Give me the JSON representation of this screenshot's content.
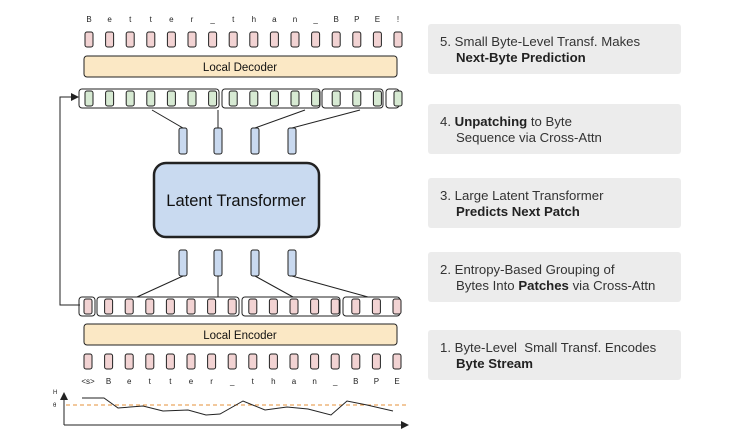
{
  "diagram": {
    "latent_transformer_label": "Latent Transformer",
    "local_decoder_label": "Local Decoder",
    "local_encoder_label": "Local Encoder",
    "output_chars": [
      "B",
      "e",
      "t",
      "t",
      "e",
      "r",
      "_",
      "t",
      "h",
      "a",
      "n",
      "_",
      "B",
      "P",
      "E",
      "!"
    ],
    "input_chars": [
      "<s>",
      "B",
      "e",
      "t",
      "t",
      "e",
      "r",
      "_",
      "t",
      "h",
      "a",
      "n",
      "_",
      "B",
      "P",
      "E"
    ],
    "entropy_axis_label": "H",
    "threshold_label": "θ"
  },
  "steps": [
    {
      "number": "5.",
      "line1_plain": "Small Byte-Level Transf. Makes",
      "line2_bold": "Next-Byte Prediction"
    },
    {
      "number": "4.",
      "line1_bold": "Unpatching",
      "line1_rest": " to Byte",
      "line2_plain": "Sequence via Cross-Attn"
    },
    {
      "number": "3.",
      "line1_plain": "Large Latent Transformer",
      "line2_bold": "Predicts Next Patch"
    },
    {
      "number": "2.",
      "line1_plain": "Entropy-Based Grouping of",
      "line2_pre": "Bytes Into ",
      "line2_bold": "Patches",
      "line2_post": " via Cross-Attn"
    },
    {
      "number": "1.",
      "line1_plain": "Byte-Level  Small Transf. Encodes",
      "line2_bold": "Byte Stream"
    }
  ],
  "colors": {
    "byte_token": "#f2d3d3",
    "hidden_token": "#d7ead3",
    "patch_vector": "#c9d9ef",
    "latent_box": "#c9daf0",
    "local_module": "#fbe8c5",
    "threshold_line": "#e69138",
    "step_box": "#ececec"
  }
}
